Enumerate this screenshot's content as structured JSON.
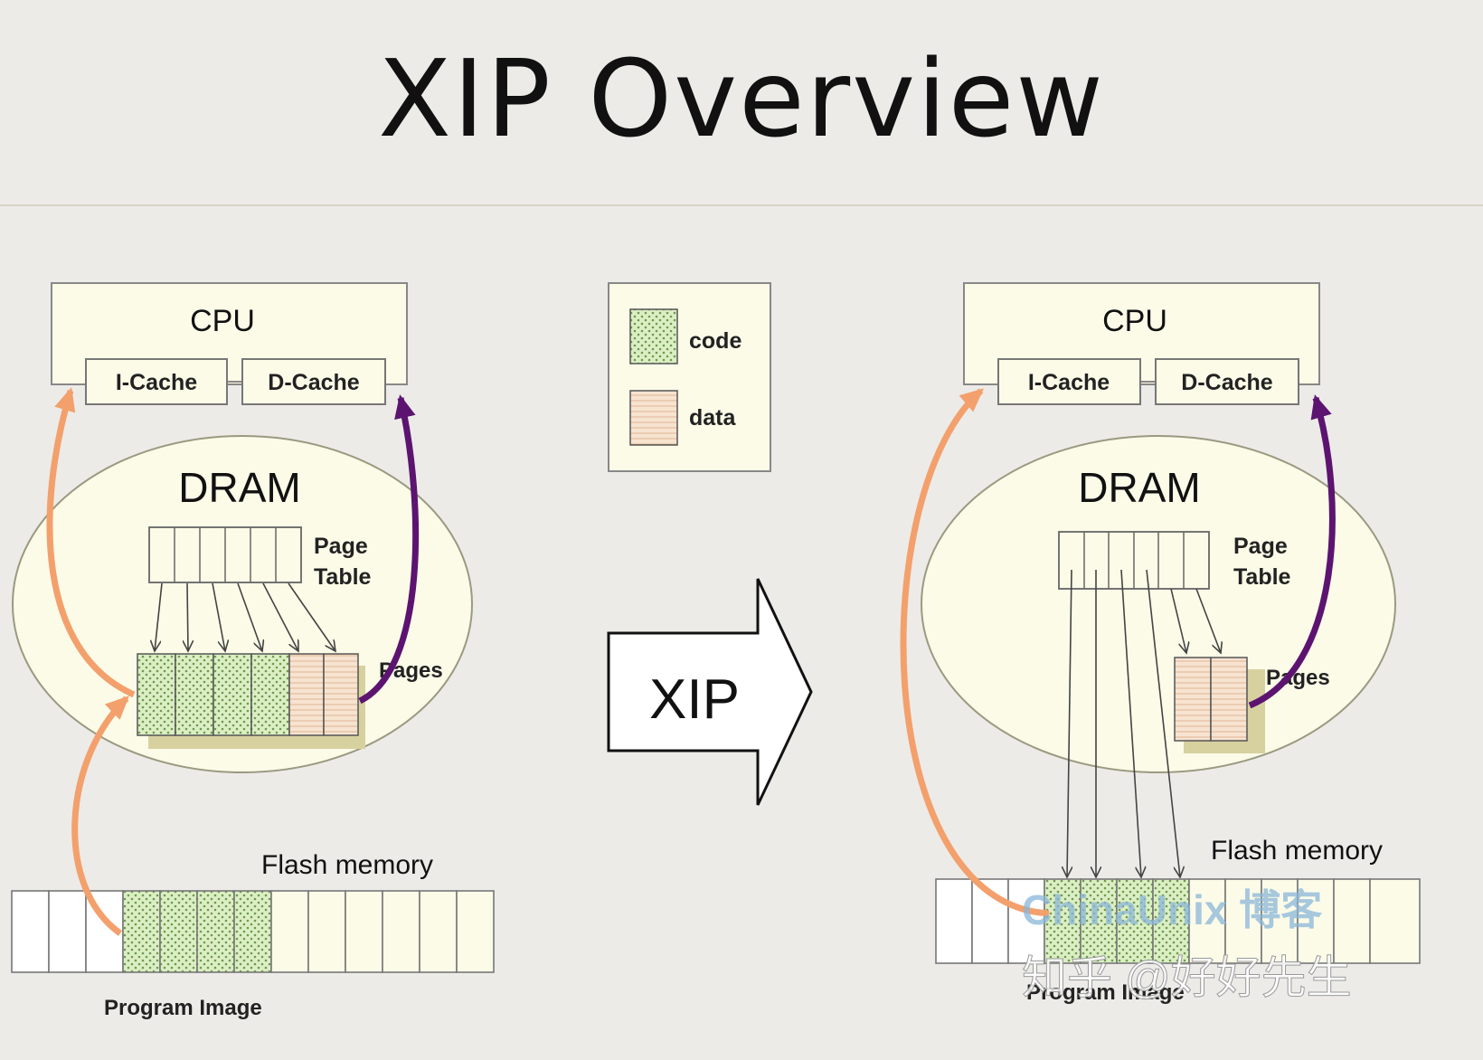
{
  "title": "XIP Overview",
  "legend": {
    "code_label": "code",
    "data_label": "data"
  },
  "left_diagram": {
    "cpu_label": "CPU",
    "icache_label": "I-Cache",
    "dcache_label": "D-Cache",
    "dram_label": "DRAM",
    "page_table_label_1": "Page",
    "page_table_label_2": "Table",
    "pages_label": "Pages",
    "flash_label": "Flash memory",
    "program_image_label": "Program Image"
  },
  "xip_arrow_label": "XIP",
  "right_diagram": {
    "cpu_label": "CPU",
    "icache_label": "I-Cache",
    "dcache_label": "D-Cache",
    "dram_label": "DRAM",
    "page_table_label_1": "Page",
    "page_table_label_2": "Table",
    "pages_label": "Pages",
    "flash_label": "Flash memory",
    "program_image_label": "Program Image"
  },
  "watermarks": {
    "site": "ChinaUnix 博客",
    "author": "知乎 @好好先生"
  },
  "colors": {
    "background": "#ecebe8",
    "box_fill": "#fbfbe8",
    "code_fill": "#dbeec4",
    "data_fill": "#f6e3d0",
    "orange_arrow": "#f3a06c",
    "purple_arrow": "#5c1470",
    "shadow": "#d7d1a0"
  }
}
